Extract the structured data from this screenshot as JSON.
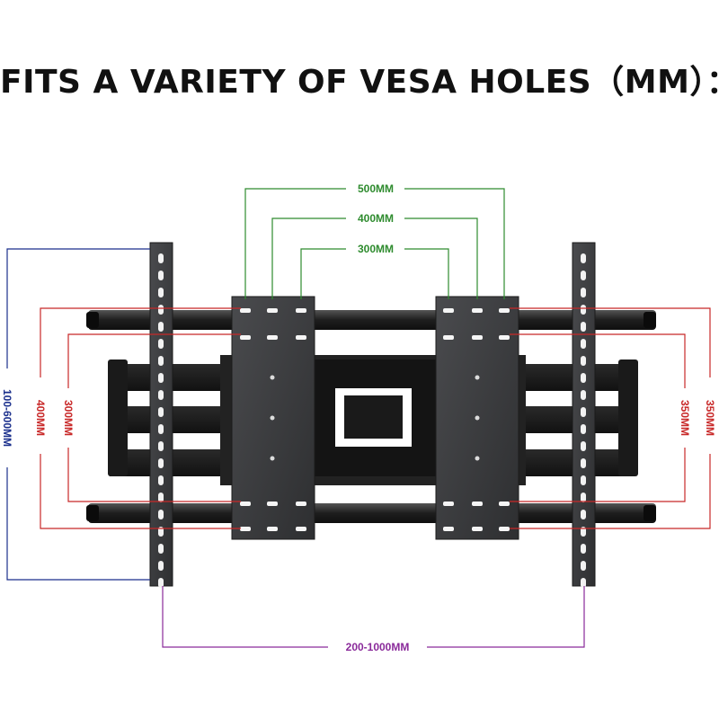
{
  "title": "FITS A VARIETY OF VESA HOLES（MM）：",
  "dimensions": {
    "width_500": "500MM",
    "width_400": "400MM",
    "width_300": "300MM",
    "height_range": "100-600MM",
    "left_400": "400MM",
    "left_300": "300MM",
    "right_350_outer": "350MM",
    "right_350_inner": "350MM",
    "span_range": "200-1000MM"
  },
  "colors": {
    "green": "#2e8b2e",
    "red": "#c82828",
    "blue": "#1a2f8c",
    "purple": "#8a2a9a",
    "metal": "#3a3b3d",
    "metal_dark": "#1c1d1e"
  }
}
